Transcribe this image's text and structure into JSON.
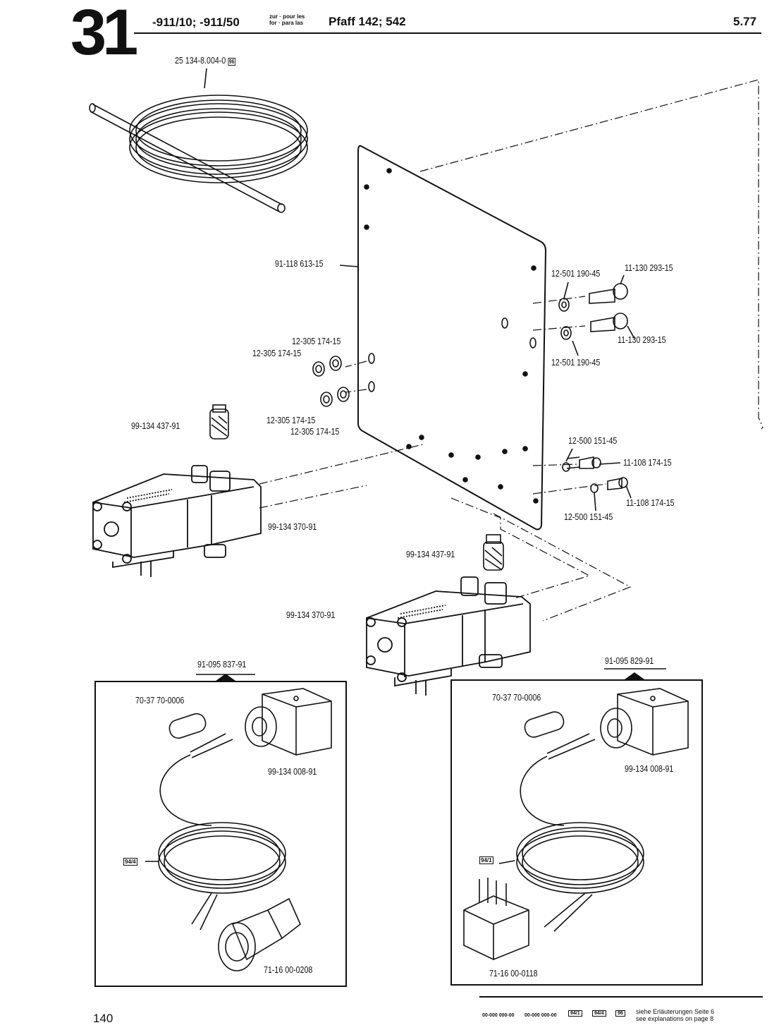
{
  "header": {
    "page_number": "31",
    "models": "-911/10; -911/50",
    "for_line1": "zur · pour les",
    "for_line2": "for · para las",
    "machine": "Pfaff 142; 542",
    "date": "5.77"
  },
  "footer": {
    "page": "140",
    "code1": "00-000 000-00",
    "code2": "00-000 000-00",
    "badges": [
      "94/1",
      "94/4",
      "96"
    ],
    "note_de": "siehe Erläuterungen Seite 6",
    "note_en": "see explanations on page 8"
  },
  "parts": {
    "hose": "25 134-8.004-0",
    "hose_badge": "96",
    "plate": "91-118 613-15",
    "washer_tr1": "12-501 190-45",
    "screw_tr1": "11-130 293-15",
    "screw_tr2": "11-130 293-15",
    "washer_tr2": "12-501 190-45",
    "seal_a": "12-305 174-15",
    "seal_b": "12-305 174-15",
    "seal_c": "12-305 174-15",
    "seal_d": "12-305 174-15",
    "silencer_1": "99-134 437-91",
    "valve_1": "99-134 370-91",
    "washer_br1": "12-500 151-45",
    "screw_br1": "11-108 174-15",
    "screw_br2": "11-108 174-15",
    "washer_br2": "12-500 151-45",
    "silencer_2": "99-134 437-91",
    "valve_2": "99-134 370-91"
  },
  "left_kit": {
    "number": "91-095 837-91",
    "sleeve": "70-37 70-0006",
    "coil": "99-134 008-91",
    "cable_badge": "94/4",
    "plug": "71-16 00-0208"
  },
  "right_kit": {
    "number": "91-095 829-91",
    "sleeve": "70-37 70-0006",
    "coil": "99-134 008-91",
    "cable_badge": "94/1",
    "plug": "71-16 00-0118"
  }
}
